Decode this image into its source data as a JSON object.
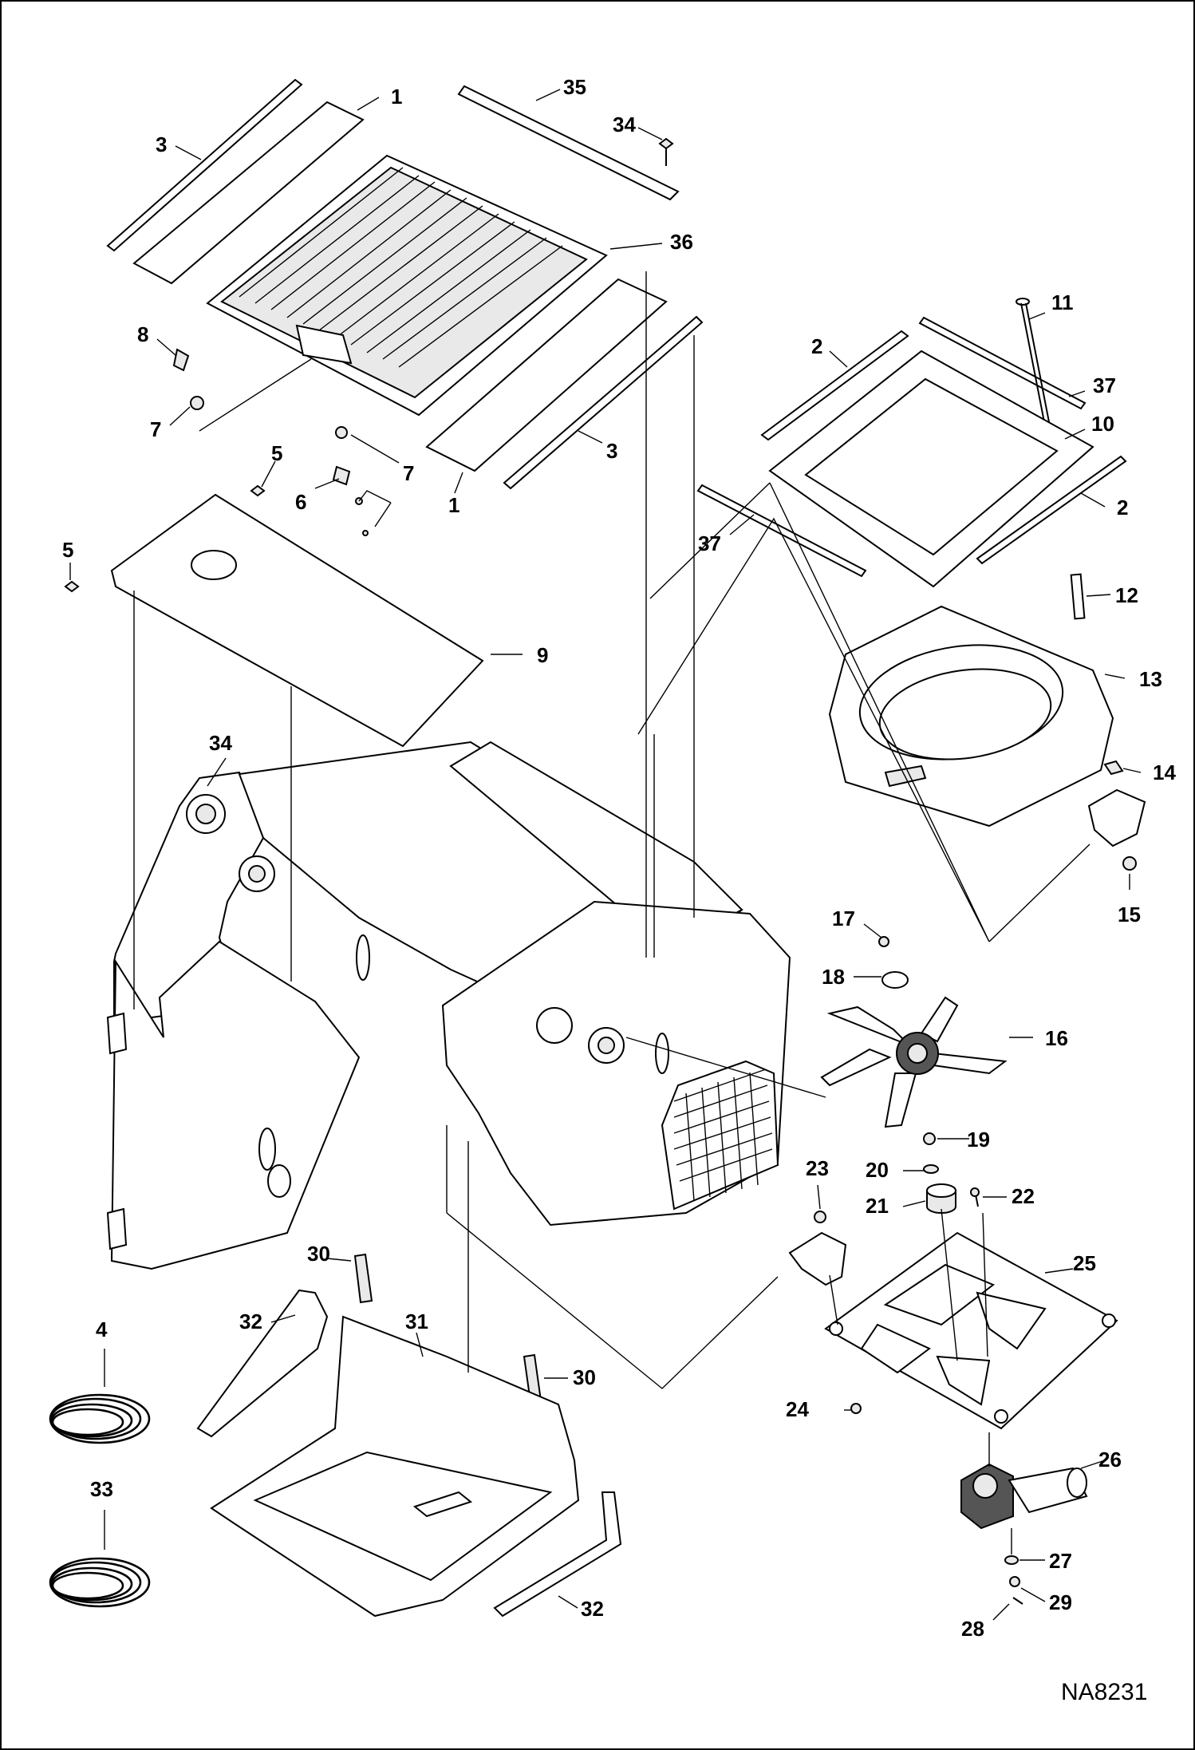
{
  "figure_id": "NA8231",
  "callouts": [
    {
      "num": "1"
    },
    {
      "num": "35"
    },
    {
      "num": "3"
    },
    {
      "num": "34"
    },
    {
      "num": "36"
    },
    {
      "num": "8"
    },
    {
      "num": "7"
    },
    {
      "num": "3"
    },
    {
      "num": "5"
    },
    {
      "num": "7"
    },
    {
      "num": "6"
    },
    {
      "num": "1"
    },
    {
      "num": "5"
    },
    {
      "num": "9"
    },
    {
      "num": "11"
    },
    {
      "num": "2"
    },
    {
      "num": "37"
    },
    {
      "num": "10"
    },
    {
      "num": "2"
    },
    {
      "num": "37"
    },
    {
      "num": "12"
    },
    {
      "num": "13"
    },
    {
      "num": "34"
    },
    {
      "num": "14"
    },
    {
      "num": "15"
    },
    {
      "num": "17"
    },
    {
      "num": "18"
    },
    {
      "num": "16"
    },
    {
      "num": "19"
    },
    {
      "num": "23"
    },
    {
      "num": "20"
    },
    {
      "num": "21"
    },
    {
      "num": "22"
    },
    {
      "num": "30"
    },
    {
      "num": "25"
    },
    {
      "num": "4"
    },
    {
      "num": "32"
    },
    {
      "num": "31"
    },
    {
      "num": "30"
    },
    {
      "num": "24"
    },
    {
      "num": "26"
    },
    {
      "num": "33"
    },
    {
      "num": "27"
    },
    {
      "num": "29"
    },
    {
      "num": "32"
    },
    {
      "num": "28"
    }
  ]
}
